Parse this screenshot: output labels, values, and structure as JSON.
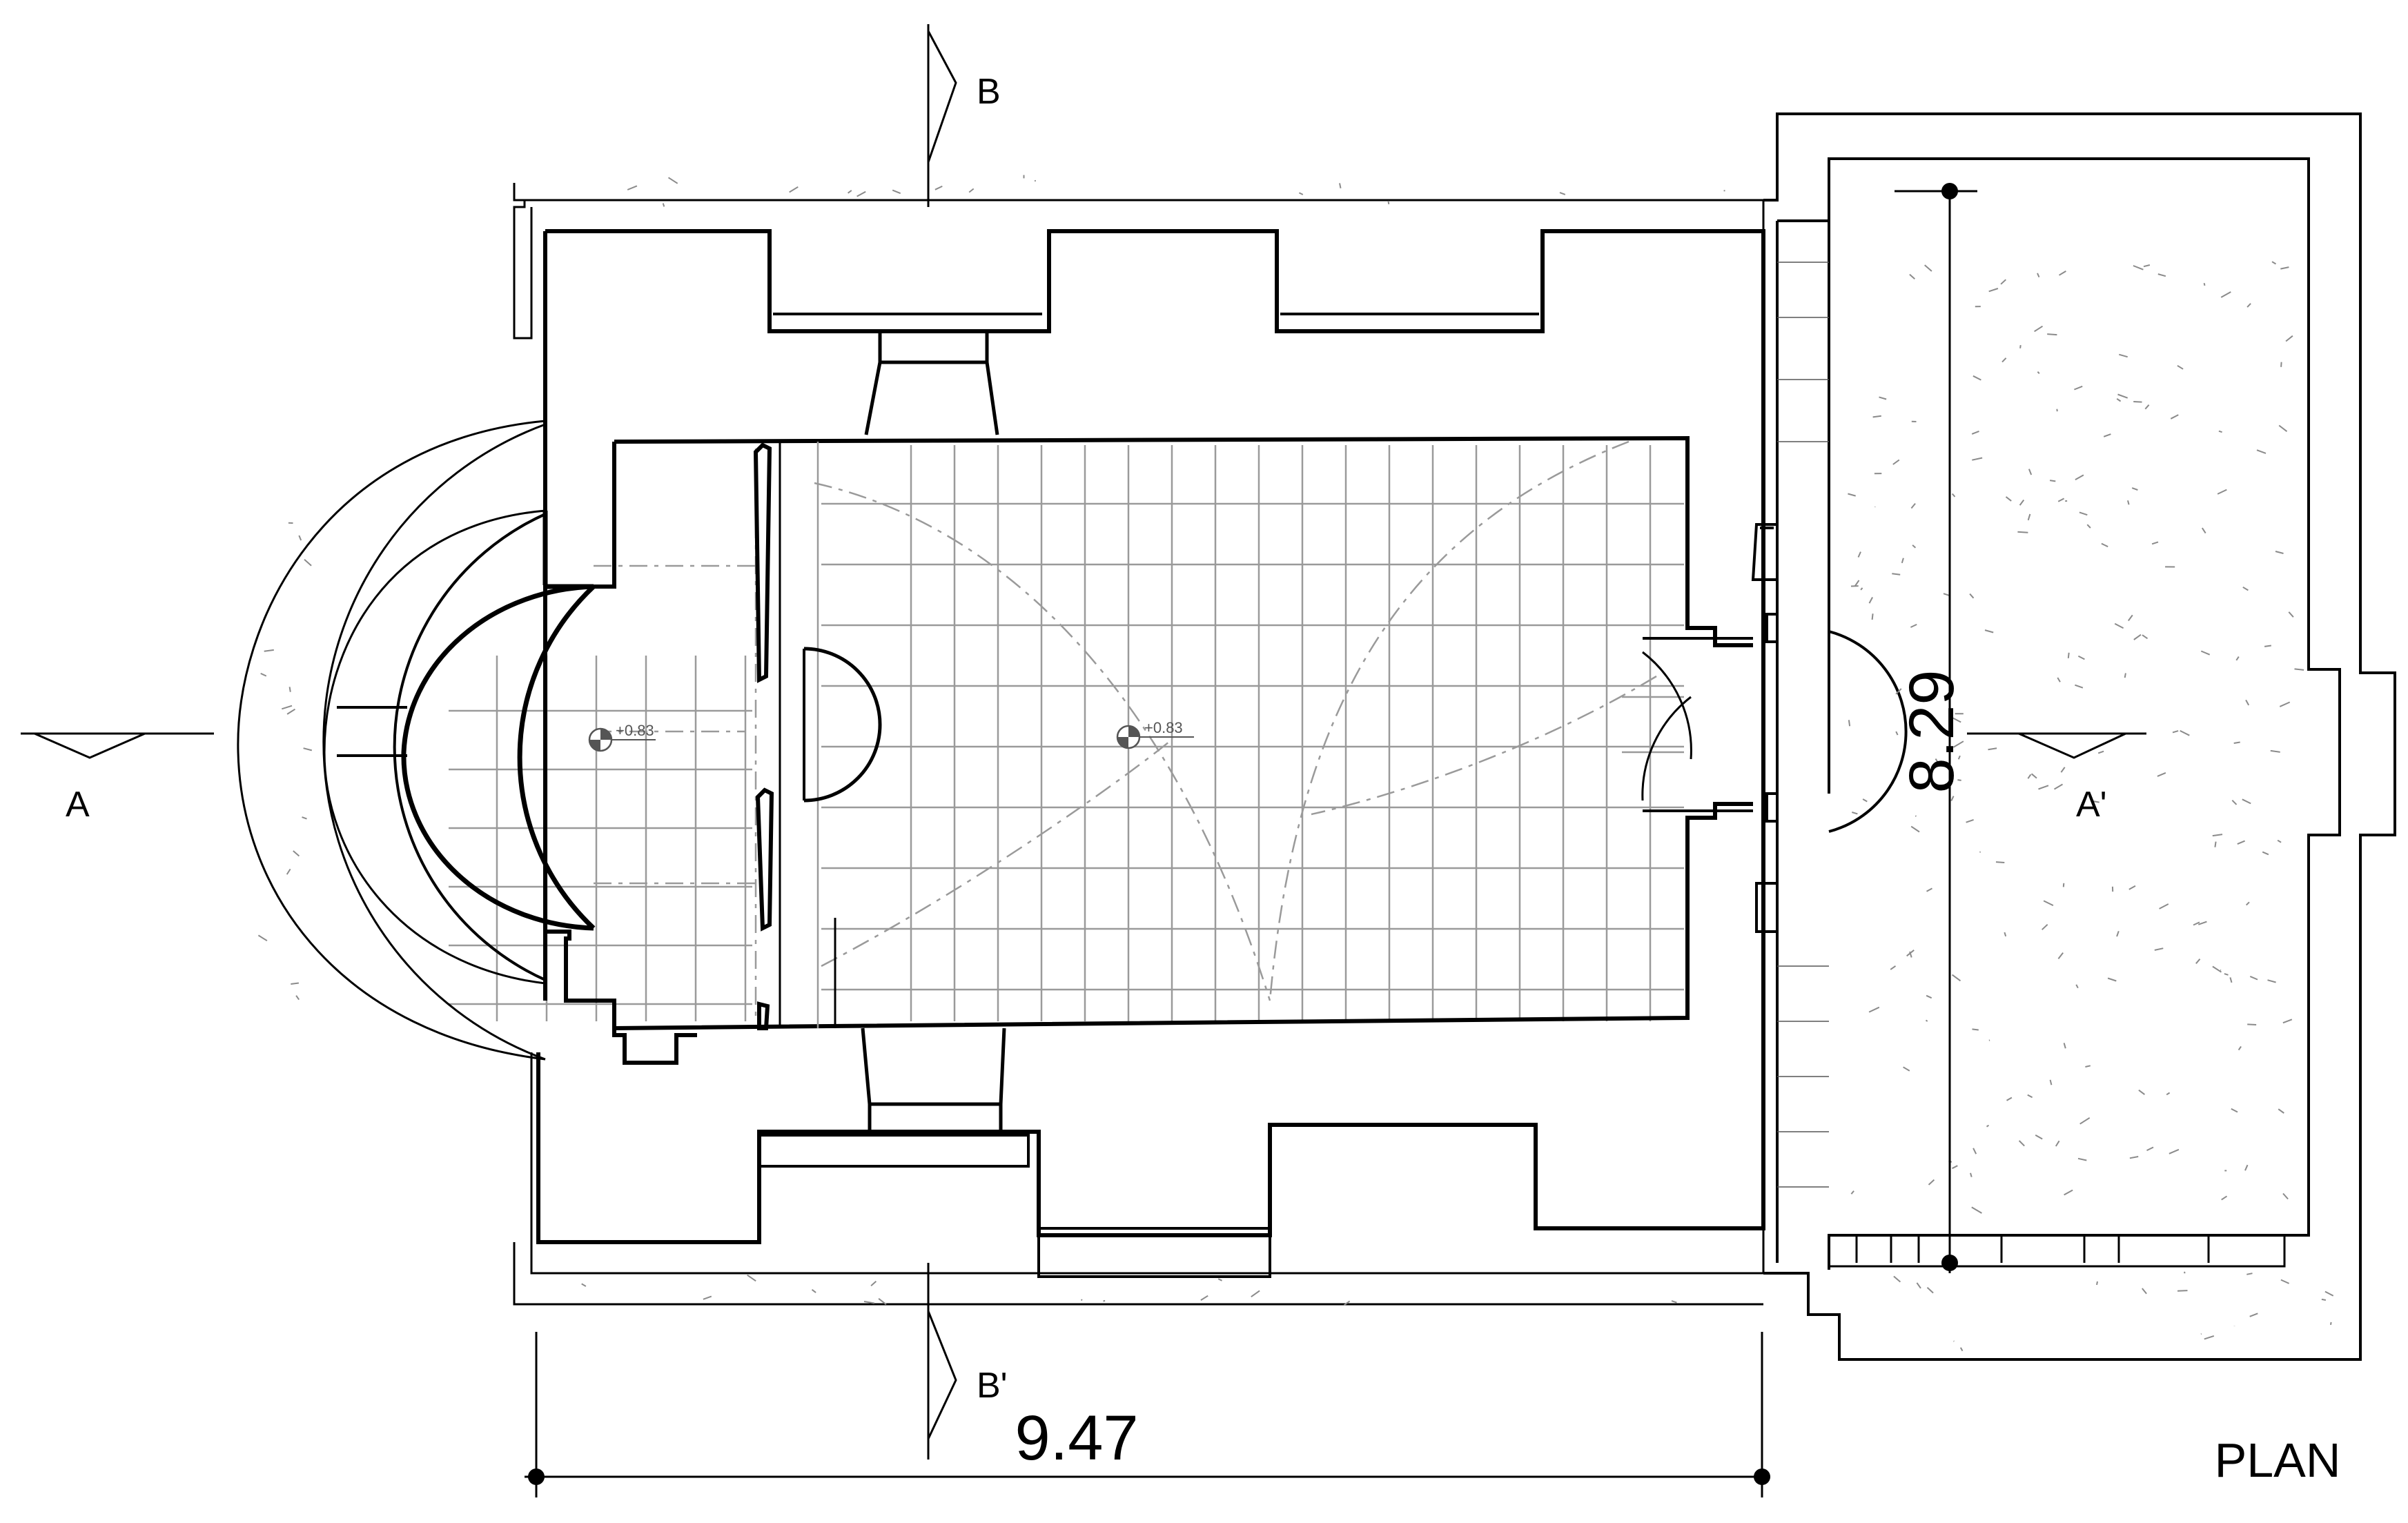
{
  "title": "PLAN",
  "section_marks": {
    "a_left": "A",
    "a_right": "A'",
    "b_top": "B",
    "b_bottom": "B'"
  },
  "dimensions": {
    "horizontal": "9.47",
    "vertical": "8.29"
  },
  "level_marks": {
    "apse": "+0.83",
    "nave": "+0.83"
  },
  "colors": {
    "ink": "#000000",
    "tile_grid": "#9a9a9a",
    "texture": "#8a8a8a"
  }
}
